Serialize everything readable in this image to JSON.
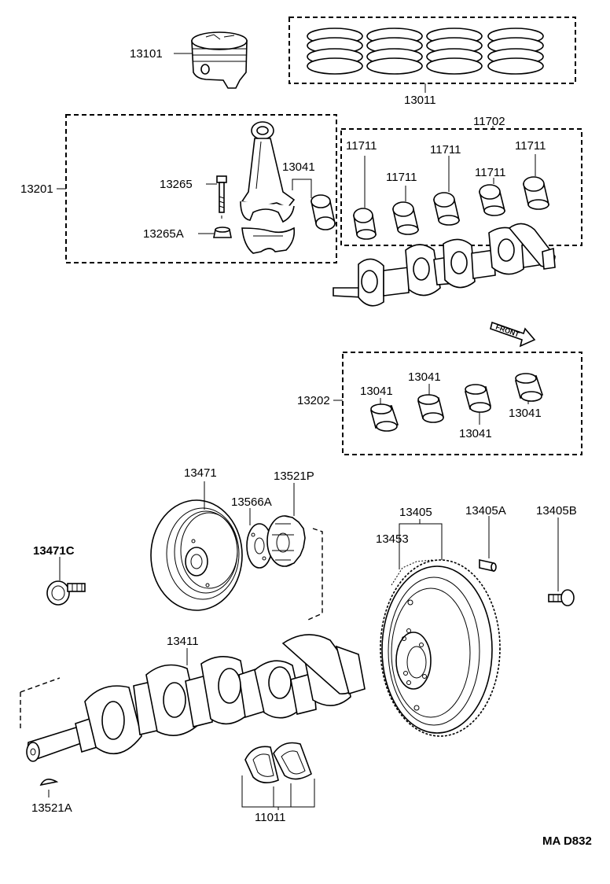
{
  "labels": {
    "piston": "13101",
    "ring_set": "13011",
    "rod_assy": "13201",
    "rod_bolt": "13265",
    "rod_nut": "13265A",
    "rod_bearing_upper": "13041",
    "main_bearing_set": "11702",
    "main_bearing_a": "11711",
    "main_bearing_b": "11711",
    "main_bearing_c": "11711",
    "main_bearing_d": "11711",
    "main_bearing_e": "11711",
    "rod_bearing_set": "13202",
    "rod_bearing_1": "13041",
    "rod_bearing_2": "13041",
    "rod_bearing_3": "13041",
    "rod_bearing_4": "13041",
    "front": "FRONT",
    "pulley": "13471",
    "pulley_bolt": "13471C",
    "timing_gear": "13521P",
    "plate": "13566A",
    "crankshaft": "13411",
    "key": "13521A",
    "thrust_washer": "11011",
    "flywheel": "13405",
    "ring_gear": "13453",
    "flywheel_pin": "13405A",
    "flywheel_bolt": "13405B",
    "diagram_code": "MA D832"
  }
}
